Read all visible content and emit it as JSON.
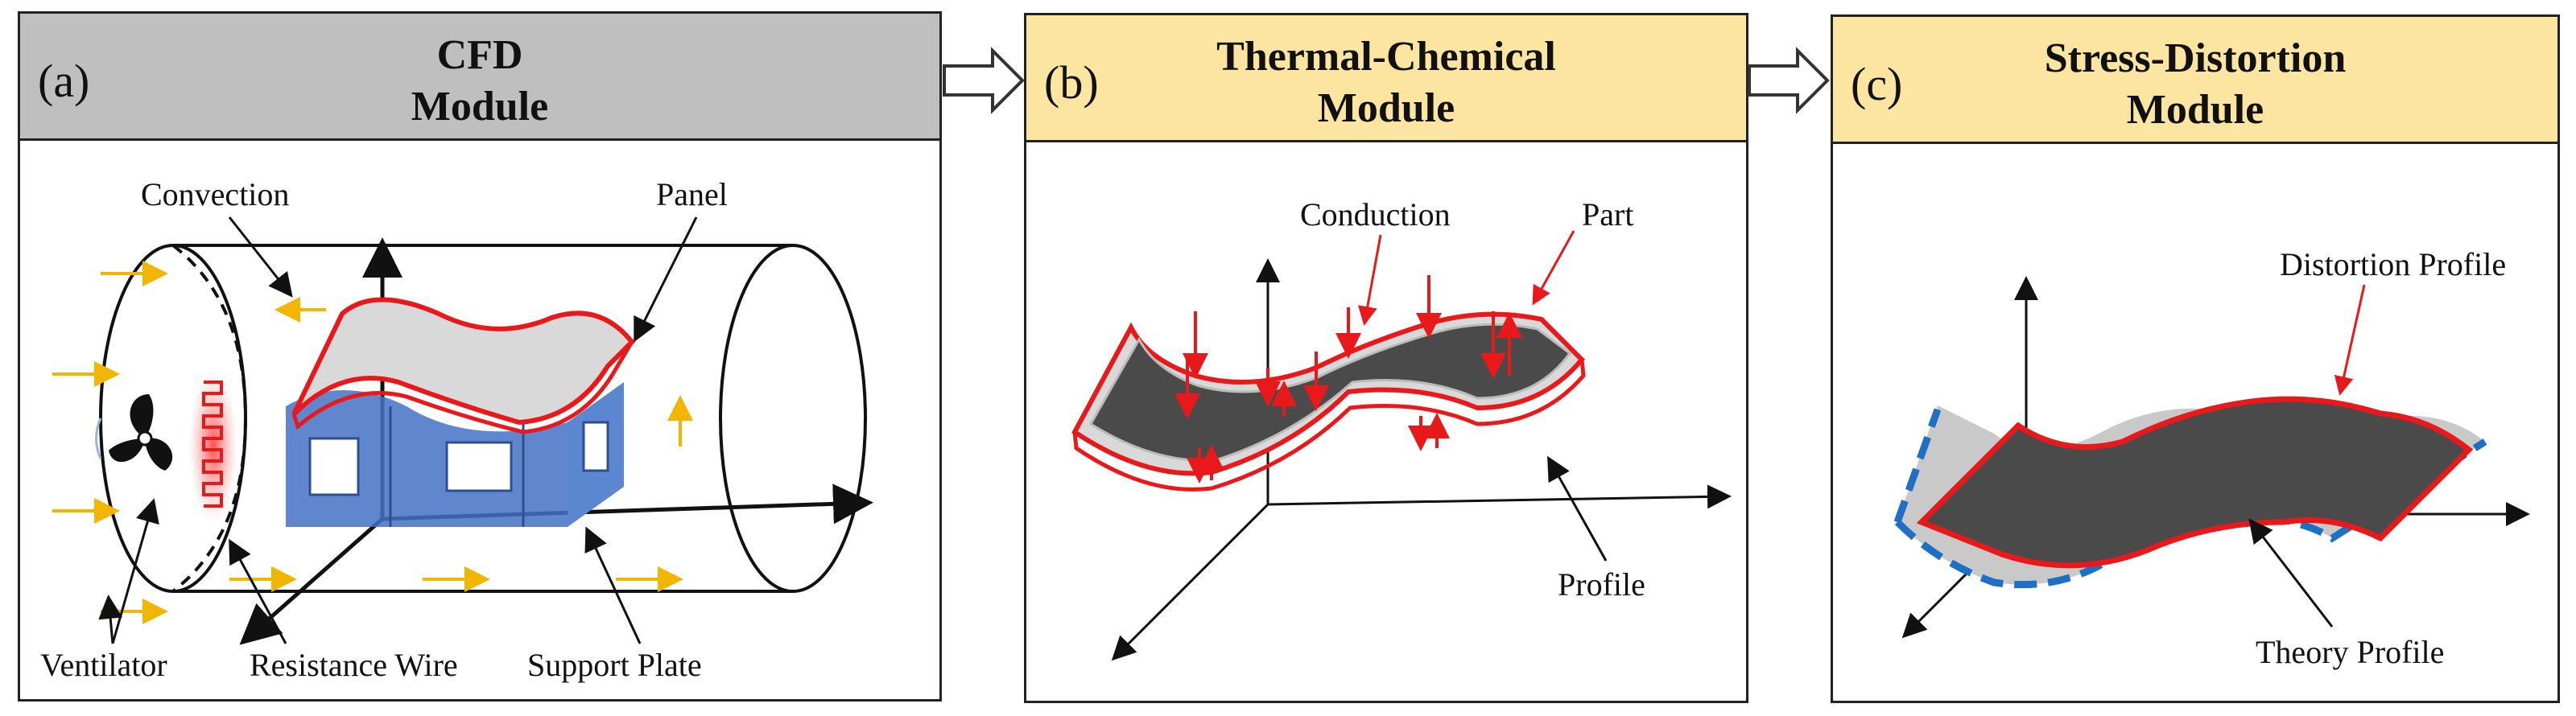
{
  "colors": {
    "header_a": "#bfbfbf",
    "header_bc": "#fbe5a0",
    "red": "#e8191b",
    "blue": "#4472c4",
    "dashed_blue": "#1f6fc5",
    "part_dark": "#4a4a4a",
    "yellow_arrow": "#f2b600"
  },
  "panels": [
    {
      "tag": "(a)",
      "title_line1": "CFD",
      "title_line2": "Module",
      "labels": {
        "convection": "Convection",
        "panel": "Panel",
        "ventilator": "Ventilator",
        "resistance_wire": "Resistance Wire",
        "support_plate": "Support Plate"
      }
    },
    {
      "tag": "(b)",
      "title_line1": "Thermal-Chemical",
      "title_line2": "Module",
      "labels": {
        "conduction": "Conduction",
        "part": "Part",
        "profile": "Profile"
      }
    },
    {
      "tag": "(c)",
      "title_line1": "Stress-Distortion",
      "title_line2": "Module",
      "labels": {
        "distortion_profile": "Distortion Profile",
        "theory_profile": "Theory Profile"
      }
    }
  ]
}
